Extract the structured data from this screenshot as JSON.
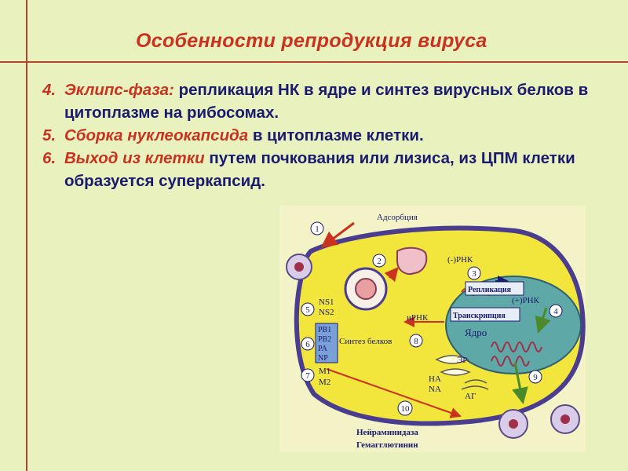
{
  "slide": {
    "title": "Особенности репродукция  вируса",
    "points": [
      {
        "num": "4.",
        "highlight": "Эклипс-фаза:",
        "text": " репликация НК в ядре и синтез вирусных белков в цитоплазме на рибосомах."
      },
      {
        "num": "5.",
        "highlight": "Сборка  нуклеокапсида",
        "text": " в цитоплазме клетки."
      },
      {
        "num": "6.",
        "highlight": "Выход из клетки",
        "text": " путем почкования или лизиса, из ЦПМ клетки образуется суперкапсид."
      }
    ]
  },
  "diagram": {
    "labels": {
      "adsorption": "Адсорбция",
      "neg_rna": "(-)РНК",
      "replication": "Репликация",
      "pos_rna": "(+)РНК",
      "transcription": "Транскрипция",
      "nucleus": "Ядро",
      "mrna": "иРНК",
      "protein_synthesis": "Синтез белков",
      "er": "ЭР",
      "ag": "АГ",
      "neuraminidase": "Нейраминидаза",
      "hemagglutinin": "Гемагглютинин"
    },
    "proteins": {
      "ns": [
        "NS1",
        "NS2"
      ],
      "polymerase": [
        "PB1",
        "PB2",
        "PA",
        "NP"
      ],
      "matrix": [
        "M1",
        "M2"
      ],
      "surface": [
        "HA",
        "NA"
      ]
    },
    "steps": [
      "1",
      "2",
      "3",
      "4",
      "5",
      "6",
      "7",
      "8",
      "9",
      "10"
    ],
    "colors": {
      "background": "#e9f2bf",
      "accent": "#c8321e",
      "text": "#1a1a6e",
      "cell": "#f2e63c",
      "nucleus": "#5fa8a8"
    }
  }
}
